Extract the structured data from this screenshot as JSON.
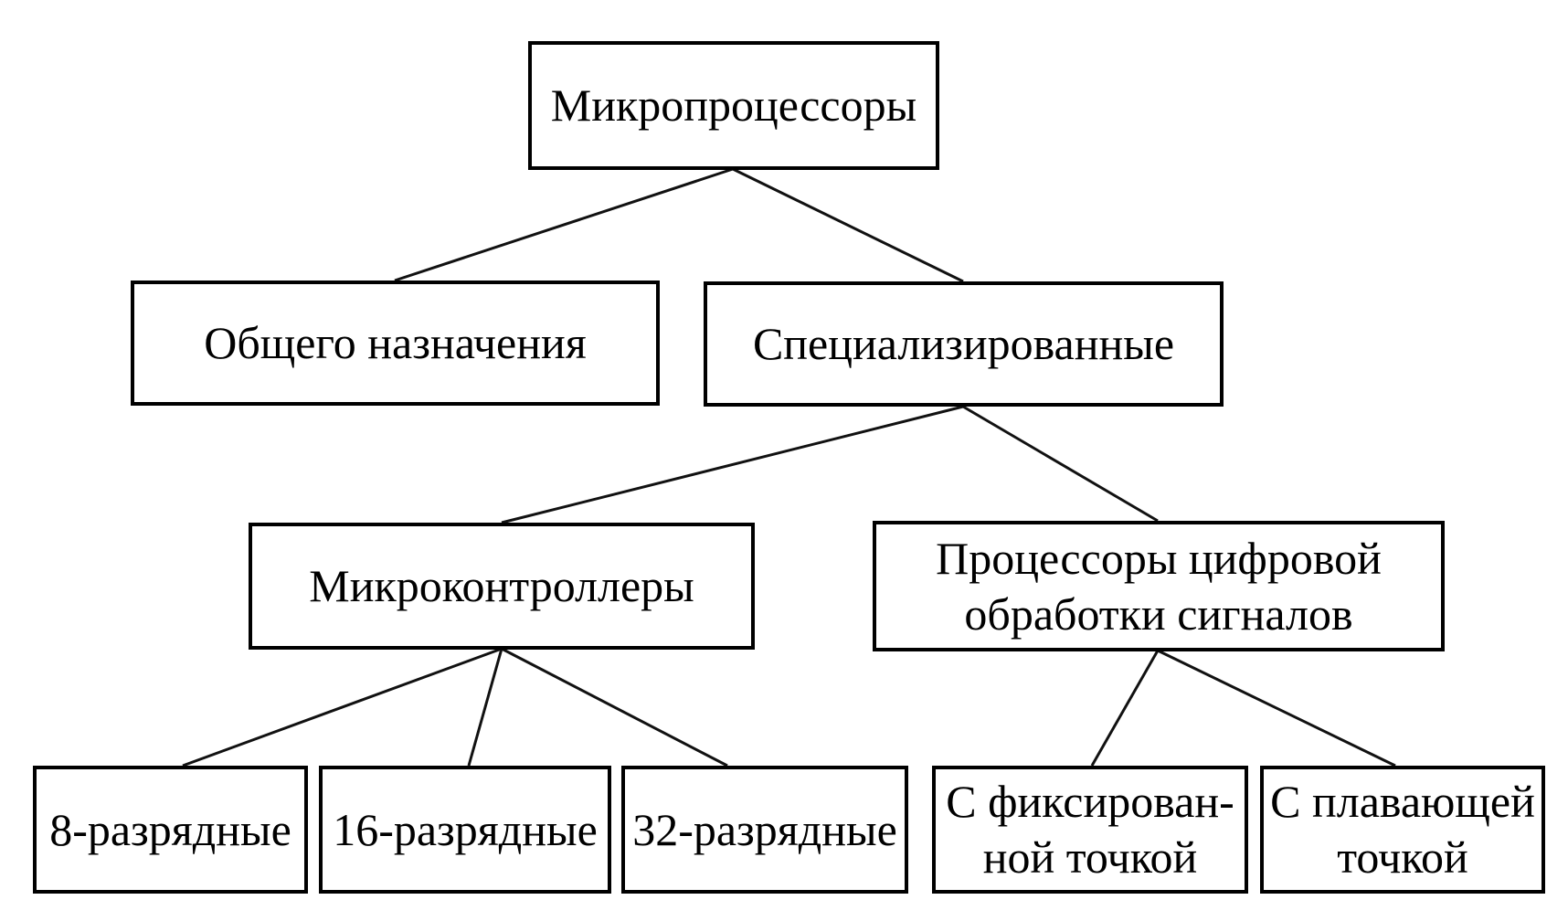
{
  "diagram": {
    "nodes": {
      "root": {
        "label": "Микропроцессоры"
      },
      "general": {
        "label": "Общего назначения"
      },
      "specialized": {
        "label": "Специализированные"
      },
      "mcu": {
        "label": "Микроконтроллеры"
      },
      "dsp": {
        "label": "Процессоры цифровой\nобработки сигналов"
      },
      "bit8": {
        "label": "8-разрядные"
      },
      "bit16": {
        "label": "16-разрядные"
      },
      "bit32": {
        "label": "32-разрядные"
      },
      "fixed": {
        "label": "С фиксирован-\nной точкой"
      },
      "float": {
        "label": "С плавающей\nточкой"
      }
    },
    "hierarchy": [
      {
        "parent": "Микропроцессоры",
        "children": [
          "Общего назначения",
          "Специализированные"
        ]
      },
      {
        "parent": "Специализированные",
        "children": [
          "Микроконтроллеры",
          "Процессоры цифровой обработки сигналов"
        ]
      },
      {
        "parent": "Микроконтроллеры",
        "children": [
          "8-разрядные",
          "16-разрядные",
          "32-разрядные"
        ]
      },
      {
        "parent": "Процессоры цифровой обработки сигналов",
        "children": [
          "С фиксированной точкой",
          "С плавающей точкой"
        ]
      }
    ],
    "colors": {
      "background": "#ffffff",
      "box_border": "#000000",
      "text": "#000000",
      "line": "#111111"
    }
  }
}
